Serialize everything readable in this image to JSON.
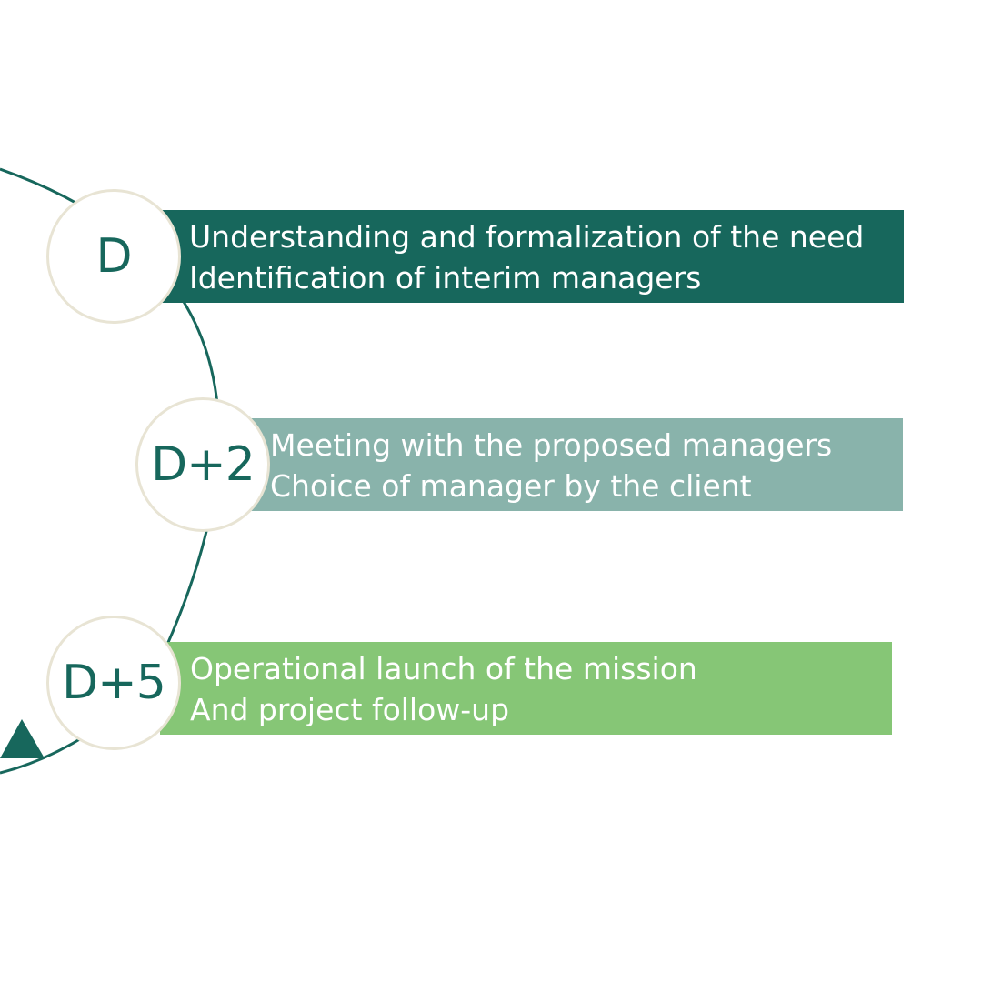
{
  "colors": {
    "dark_teal": "#17675c",
    "sage": "#89b3ab",
    "green": "#86c676",
    "circle_border": "#e8e4d4",
    "background": "#ffffff"
  },
  "steps": [
    {
      "label": "D",
      "lines": [
        "Understanding and formalization of the need",
        "Identification of interim managers"
      ]
    },
    {
      "label": "D+2",
      "lines": [
        "Meeting with the proposed managers",
        "Choice of manager by the client"
      ]
    },
    {
      "label": "D+5",
      "lines": [
        "Operational launch of the mission",
        "And project follow-up"
      ]
    }
  ]
}
